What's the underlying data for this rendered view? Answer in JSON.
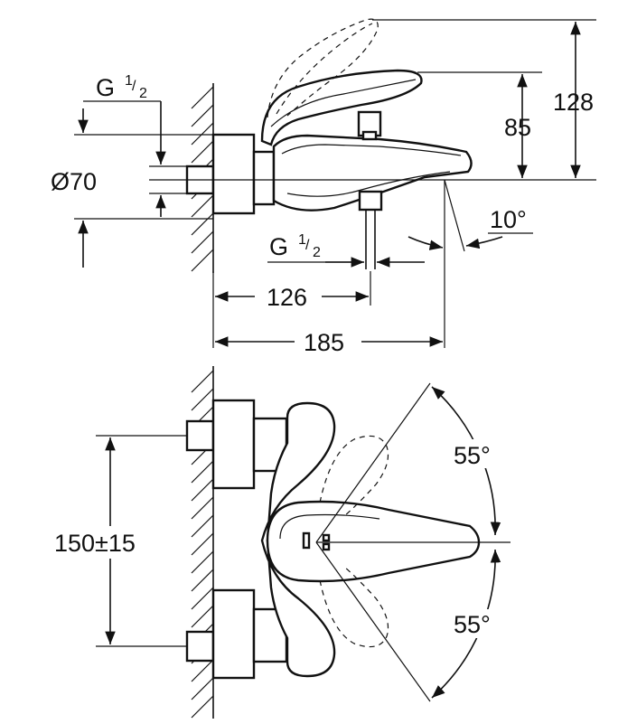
{
  "side_view": {
    "dim_height_total": "128",
    "dim_height_spout": "85",
    "dim_diameter": "Ø70",
    "thread_top_main": "G",
    "thread_top_frac_num": "1",
    "thread_top_frac_den": "2",
    "thread_bottom_main": "G",
    "thread_bottom_frac_num": "1",
    "thread_bottom_frac_den": "2",
    "dim_angle": "10°",
    "dim_outlet_distance": "126",
    "dim_projection": "185"
  },
  "top_view": {
    "dim_centres": "150±15",
    "angle_upper": "55°",
    "angle_lower": "55°"
  }
}
